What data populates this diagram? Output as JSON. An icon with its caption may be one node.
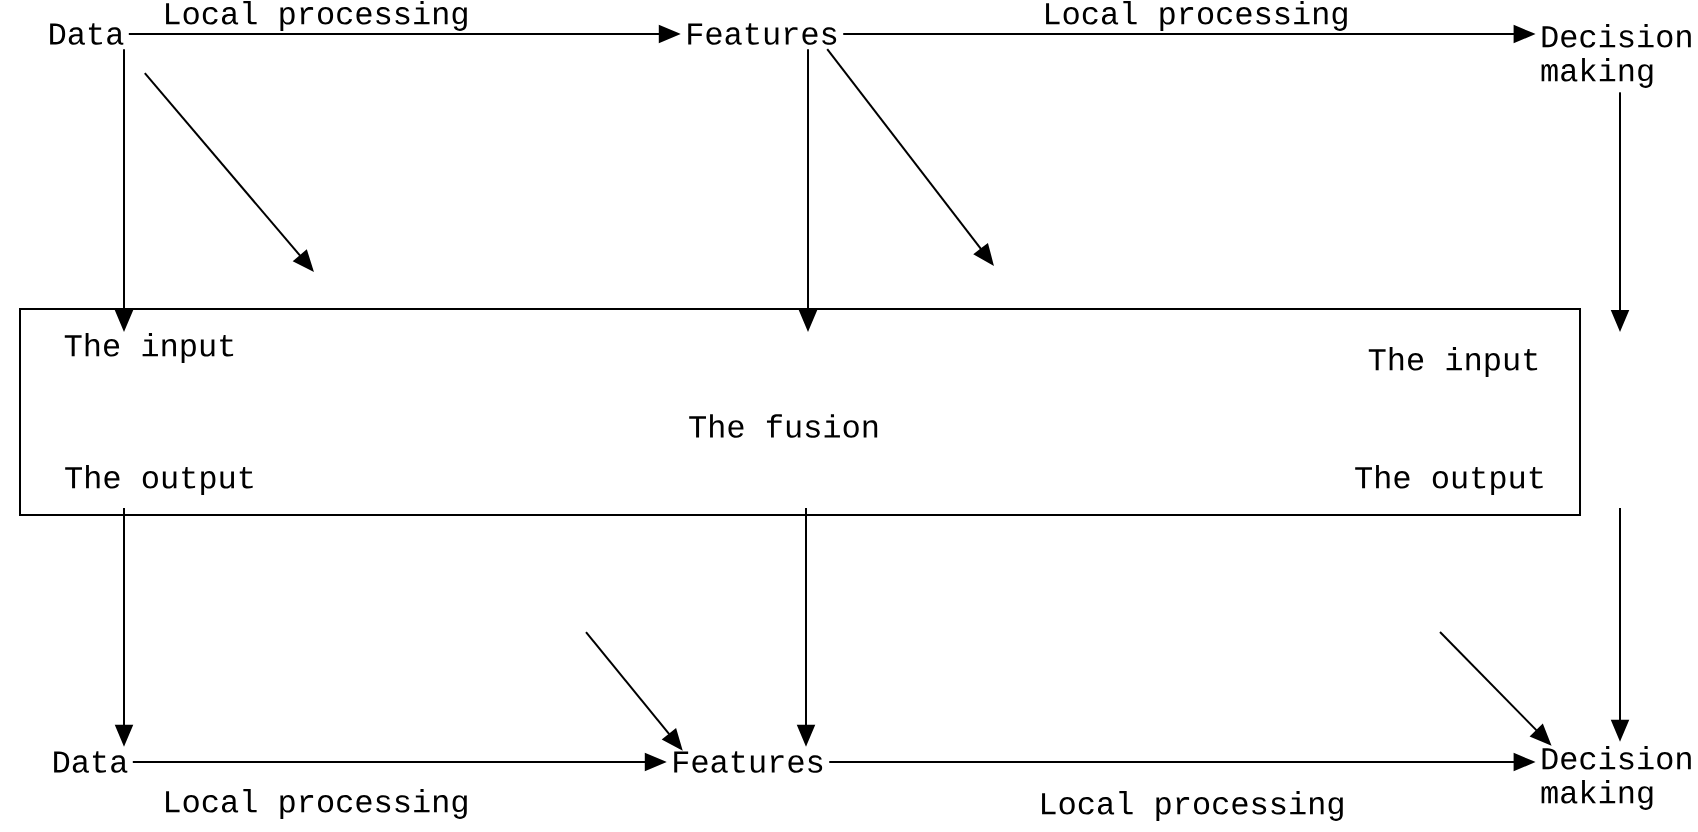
{
  "diagram": {
    "nodes": [
      {
        "text": [
          "Data"
        ]
      },
      {
        "text": [
          "Features"
        ]
      },
      {
        "text": [
          "Decision making"
        ]
      },
      {
        "text": [
          "The input",
          "The input",
          "The fusion",
          "The output",
          "The output"
        ]
      },
      {
        "text": [
          "Data"
        ]
      },
      {
        "text": [
          "Features"
        ]
      },
      {
        "text": [
          "Decision making"
        ]
      }
    ],
    "edges": [
      {
        "from": 0,
        "to": 1,
        "arrow": "to",
        "label": "Local processing"
      },
      {
        "from": 1,
        "to": 2,
        "arrow": "to",
        "label": "Local processing"
      },
      {
        "from": 0,
        "to": 3,
        "arrow": "to"
      },
      {
        "from": 0,
        "to": null,
        "arrow": "to"
      },
      {
        "from": 1,
        "to": 3,
        "arrow": "to"
      },
      {
        "from": 1,
        "to": null,
        "arrow": "to"
      },
      {
        "from": 2,
        "to": 3,
        "arrow": "to"
      },
      {
        "from": 3,
        "to": 4,
        "arrow": "to"
      },
      {
        "from": null,
        "to": 5,
        "arrow": "to"
      },
      {
        "from": 3,
        "to": 5,
        "arrow": "to"
      },
      {
        "from": null,
        "to": 6,
        "arrow": "to"
      },
      {
        "from": 3,
        "to": 6,
        "arrow": "to"
      },
      {
        "from": 4,
        "to": 5,
        "arrow": "to",
        "label": "Local processing"
      },
      {
        "from": 5,
        "to": 6,
        "arrow": "to",
        "label": "Local processing"
      }
    ]
  }
}
